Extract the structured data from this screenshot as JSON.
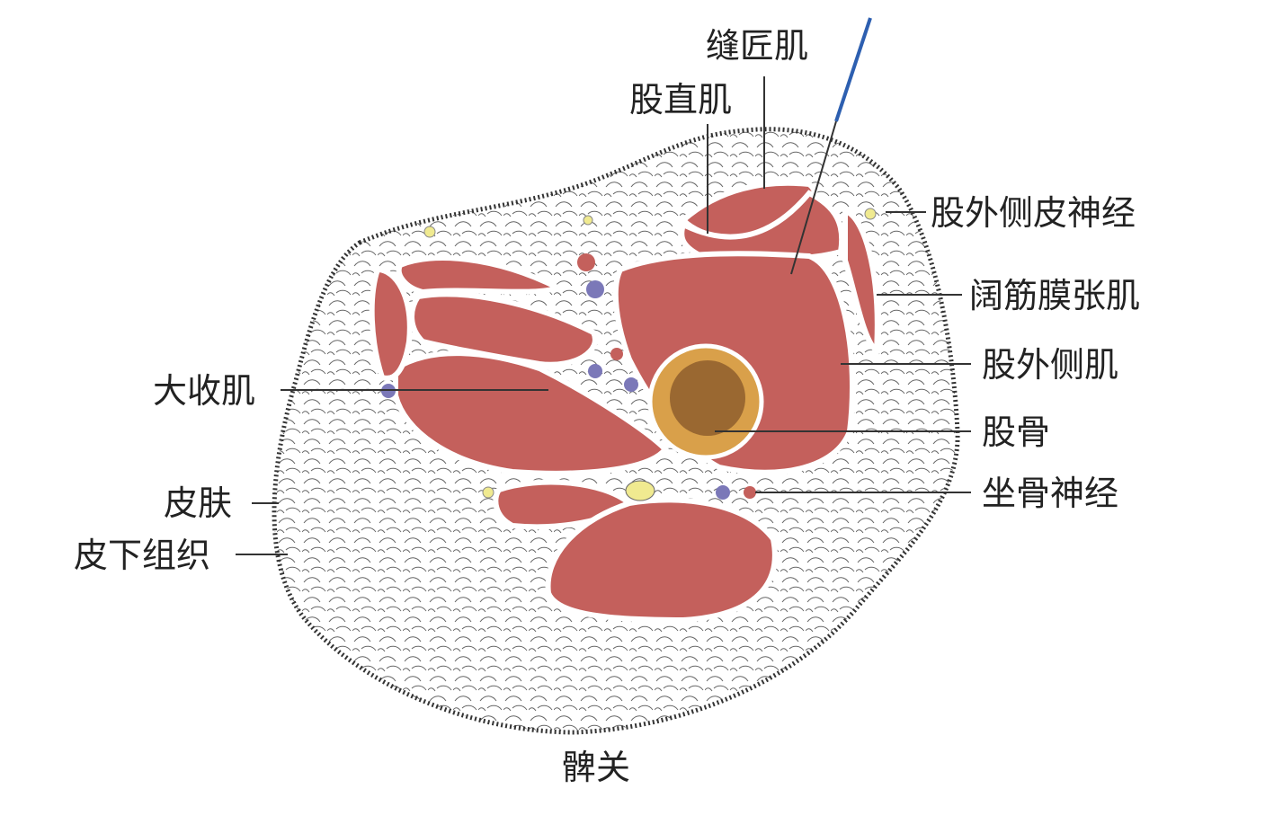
{
  "title": "髀关",
  "labels": {
    "sartorius": "缝匠肌",
    "rectus_femoris": "股直肌",
    "lateral_femoral_cutaneous_nerve": "股外侧皮神经",
    "tensor_fasciae_latae": "阔筋膜张肌",
    "vastus_lateralis": "股外侧肌",
    "femur": "股骨",
    "sciatic_nerve": "坐骨神经",
    "adductor_magnus": "大收肌",
    "skin": "皮肤",
    "subcutaneous_tissue": "皮下组织"
  },
  "colors": {
    "muscle": "#c4605c",
    "bone": "#d9a04a",
    "marrow": "#8a5a2a",
    "nerve": "#f0ea90",
    "vein": "#7b78b8",
    "needle": "#2d5fb0"
  }
}
